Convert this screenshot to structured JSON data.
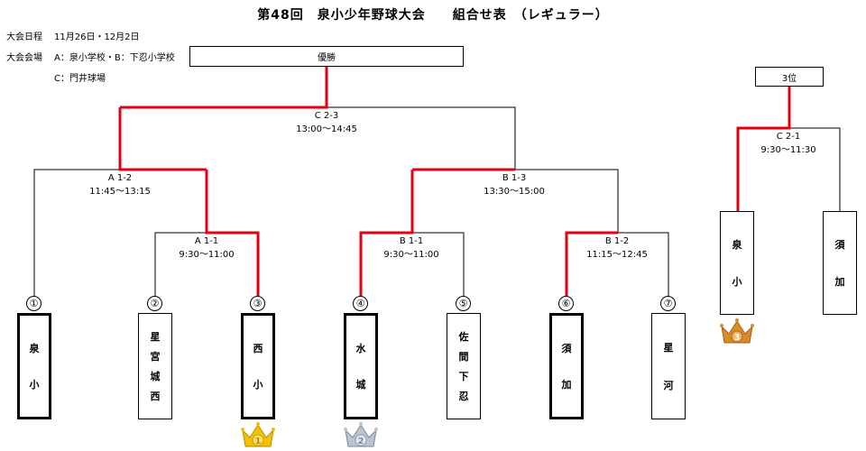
{
  "title": "第48回　泉小少年野球大会　　組合せ表　（レギュラー）",
  "info": {
    "date_label": "大会日程",
    "date_value": "11月26日・12月2日",
    "venue_label": "大会会場",
    "venue_value1": "A：泉小学校・B：下忍小学校",
    "venue_value2": "C：門井球場"
  },
  "boxes": {
    "champion": "優勝",
    "third": "3位"
  },
  "matches": {
    "c23": {
      "code": "C 2-3",
      "time": "13:00～14:45"
    },
    "a12": {
      "code": "A 1-2",
      "time": "11:45～13:15"
    },
    "b13": {
      "code": "B 1-3",
      "time": "13:30～15:00"
    },
    "a11": {
      "code": "A 1-1",
      "time": "9:30～11:00"
    },
    "b11": {
      "code": "B 1-1",
      "time": "9:30～11:00"
    },
    "b12": {
      "code": "B 1-2",
      "time": "11:15～12:45"
    },
    "c21": {
      "code": "C 2-1",
      "time": "9:30～11:30"
    }
  },
  "teams": [
    {
      "num": "①",
      "chars": [
        "泉",
        "小"
      ]
    },
    {
      "num": "②",
      "chars": [
        "星",
        "宮",
        "城",
        "西"
      ]
    },
    {
      "num": "③",
      "chars": [
        "西",
        "小"
      ]
    },
    {
      "num": "④",
      "chars": [
        "水",
        "城"
      ]
    },
    {
      "num": "⑤",
      "chars": [
        "佐",
        "間",
        "下",
        "忍"
      ]
    },
    {
      "num": "⑥",
      "chars": [
        "須",
        "加"
      ]
    },
    {
      "num": "⑦",
      "chars": [
        "星",
        "河"
      ]
    }
  ],
  "third_place": [
    {
      "chars": [
        "泉",
        "小"
      ]
    },
    {
      "chars": [
        "須",
        "加"
      ]
    }
  ],
  "crowns": {
    "gold": "1",
    "silver": "2",
    "bronze": "3"
  },
  "colors": {
    "win_line": "#e60012",
    "line": "#000000",
    "gold": "#f2c200",
    "silver": "#b8c4d0",
    "bronze": "#d98a2b"
  }
}
